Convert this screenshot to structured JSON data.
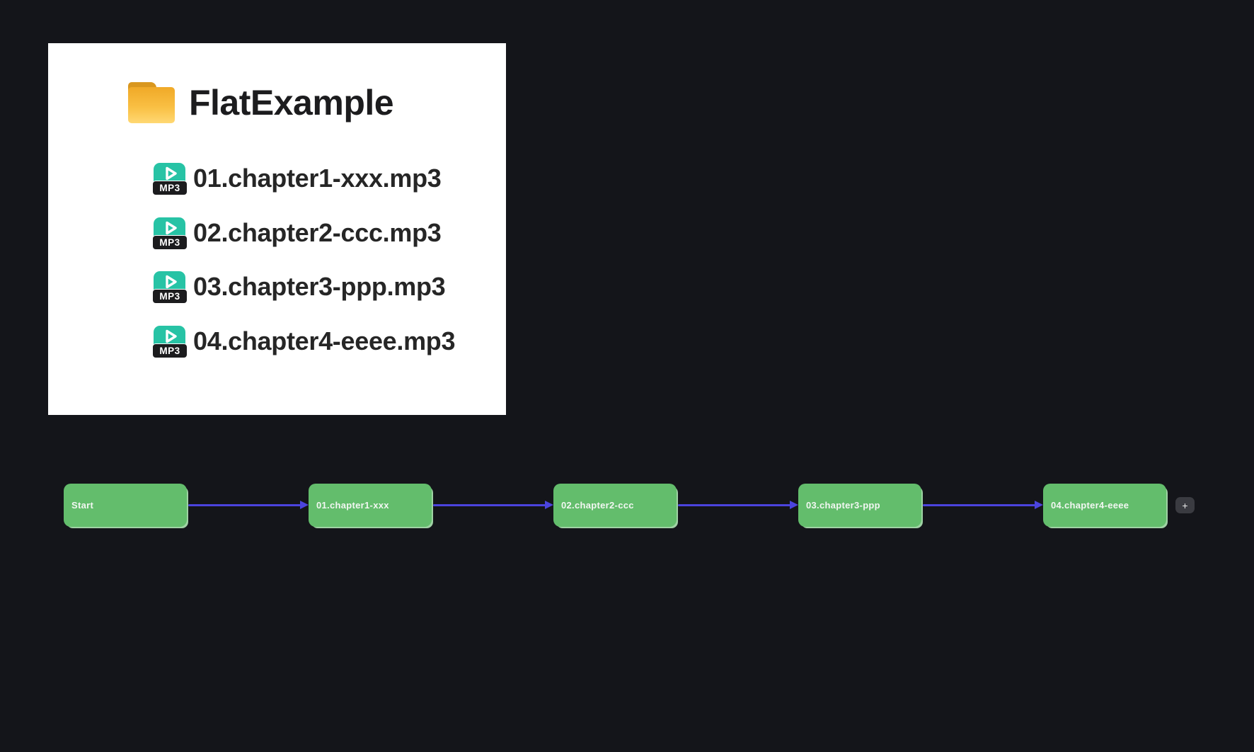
{
  "preview_panel": {
    "folder": {
      "name": "FlatExample"
    },
    "mp3_badge": "MP3",
    "files": [
      {
        "name": "01.chapter1-xxx.mp3"
      },
      {
        "name": "02.chapter2-ccc.mp3"
      },
      {
        "name": "03.chapter3-ppp.mp3"
      },
      {
        "name": "04.chapter4-eeee.mp3"
      }
    ]
  },
  "flow": {
    "nodes": [
      {
        "label": "Start"
      },
      {
        "label": "01.chapter1-xxx"
      },
      {
        "label": "02.chapter2-ccc"
      },
      {
        "label": "03.chapter3-ppp"
      },
      {
        "label": "04.chapter4-eeee"
      }
    ],
    "add_button_label": "+"
  },
  "colors": {
    "background": "#14151a",
    "panel": "#ffffff",
    "node_green": "#63bd6c",
    "node_shadow": "#9fd2a4",
    "edge_blue": "#4b44de",
    "mp3_teal": "#27c3a5",
    "folder_amber": "#f9bf43"
  }
}
